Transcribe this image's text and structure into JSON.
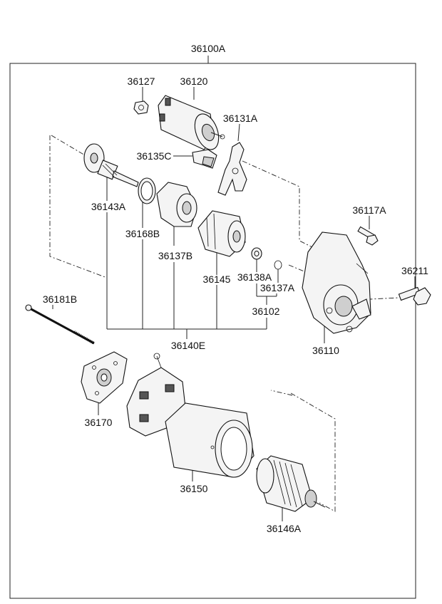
{
  "labels": {
    "assembly": "36100A",
    "p36127": "36127",
    "p36120": "36120",
    "p36131A": "36131A",
    "p36135C": "36135C",
    "p36143A": "36143A",
    "p36168B": "36168B",
    "p36137B": "36137B",
    "p36145": "36145",
    "p36138A": "36138A",
    "p36137A": "36137A",
    "p36102": "36102",
    "p36140E": "36140E",
    "p36117A": "36117A",
    "p36211": "36211",
    "p36110": "36110",
    "p36181B": "36181B",
    "p36170": "36170",
    "p36150": "36150",
    "p36146A": "36146A"
  }
}
